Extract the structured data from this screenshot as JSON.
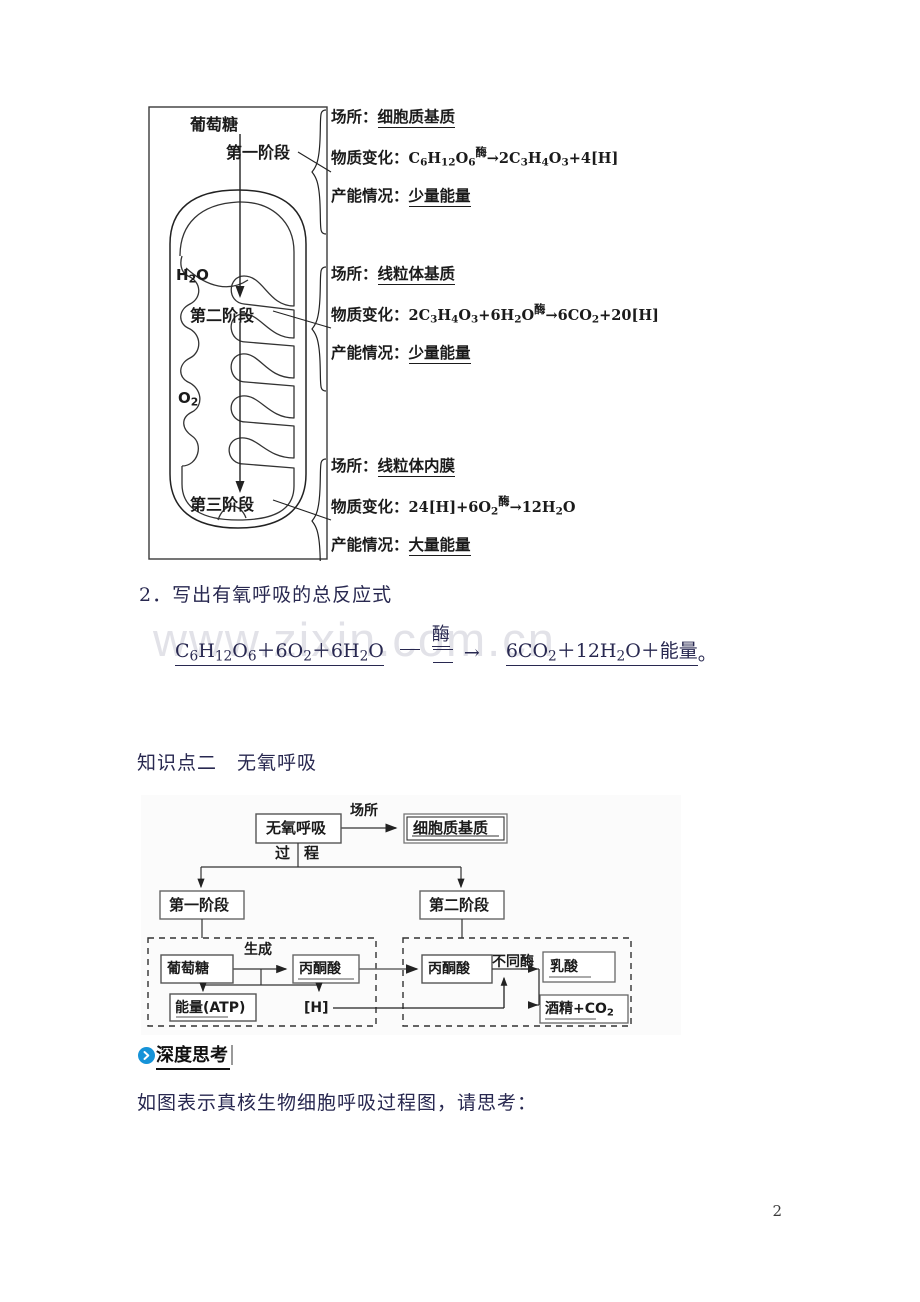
{
  "watermark": "www.zixin.com.cn",
  "page_number": "2",
  "aerobic_diagram": {
    "name": "aerobic-respiration-mitochondrion-diagram",
    "mitochondrion_labels": {
      "glucose": "葡萄糖",
      "stage1": "第一阶段",
      "water": "H2O",
      "stage2": "第二阶段",
      "oxygen": "O2",
      "stage3": "第三阶段"
    },
    "blocks": [
      {
        "site_label": "场所：",
        "site_value": "细胞质基质",
        "change_label": "物质变化：",
        "change_left": "C6H12O6",
        "change_enzyme": "酶",
        "change_right": "2C3H4O3+4[H]",
        "energy_label": "产能情况：",
        "energy_value": "少量能量"
      },
      {
        "site_label": "场所：",
        "site_value": "线粒体基质",
        "change_label": "物质变化：",
        "change_left": "2C3H4O3+6H2O",
        "change_enzyme": "酶",
        "change_right": "6CO2+20[H]",
        "energy_label": "产能情况：",
        "energy_value": "少量能量"
      },
      {
        "site_label": "场所：",
        "site_value": "线粒体内膜",
        "change_label": "物质变化：",
        "change_left": "24[H]+6O2",
        "change_enzyme": "酶",
        "change_right": "12H2O",
        "energy_label": "产能情况：",
        "energy_value": "大量能量"
      }
    ]
  },
  "item2": {
    "heading": "2．写出有氧呼吸的总反应式",
    "equation": {
      "left": "C6H12O6＋6O2＋6H2O",
      "enzyme": "酶",
      "arrow": "→",
      "right": "6CO2＋12H2O＋能量",
      "period": "。"
    }
  },
  "knowledge_point2": {
    "heading": "知识点二　无氧呼吸"
  },
  "anaerobic_diagram": {
    "name": "anaerobic-respiration-flowchart",
    "root_box": "无氧呼吸",
    "site_arrow_label": "场所",
    "site_box": "细胞质基质",
    "process_label_left": "过",
    "process_label_right": "程",
    "stage1_box": "第一阶段",
    "stage2_box": "第二阶段",
    "stage1_panel": {
      "glucose": "葡萄糖",
      "generate_label": "生成",
      "pyruvate": "丙酮酸",
      "energy": "能量(ATP)",
      "hydrogen": "[H]"
    },
    "stage2_panel": {
      "pyruvate": "丙酮酸",
      "enzyme_label": "不同酶",
      "lactate": "乳酸",
      "alcohol": "酒精+CO2"
    }
  },
  "deep_thinking": {
    "label": "深度思考",
    "icon": "chevron-right-circle-icon",
    "prompt": "如图表示真核生物细胞呼吸过程图，请思考："
  },
  "colors": {
    "body_text": "#282850",
    "diagram_text": "#1b1b1b",
    "accent_blue": "#1693d8",
    "watermark": "#e2e2e8"
  }
}
